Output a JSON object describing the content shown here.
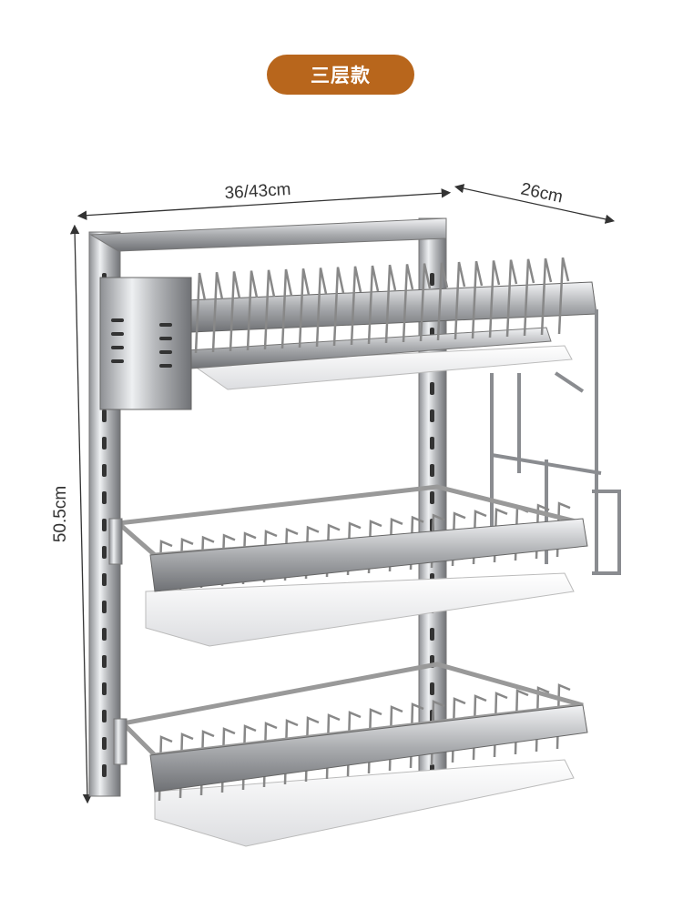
{
  "badge": {
    "label": "三层款",
    "color": "#b8661c"
  },
  "dimensions": {
    "width": "36/43cm",
    "depth": "26cm",
    "height": "50.5cm"
  }
}
